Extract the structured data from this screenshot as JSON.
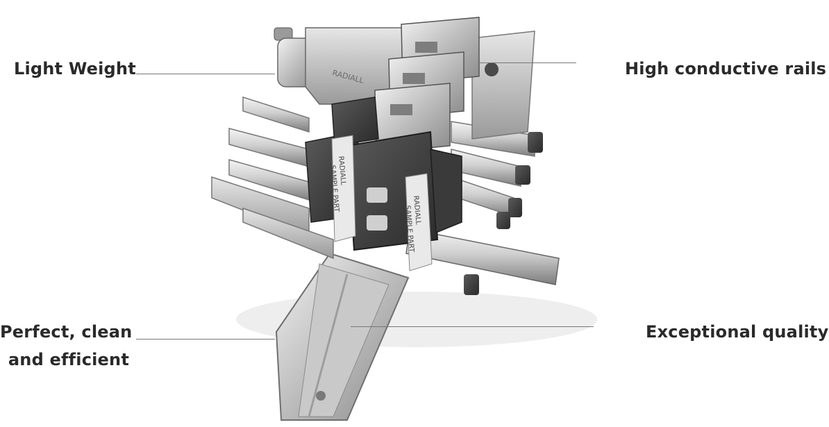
{
  "callouts": {
    "light_weight": "Light Weight",
    "high_conductive_rails": "High conductive rails",
    "perfect_line1": "Perfect, clean",
    "perfect_line2": "and efficient",
    "exceptional_quality": "Exceptional quality"
  },
  "product_markings": {
    "brand_engraving": "RADIALL",
    "label_line1": "RADIALL",
    "label_line2": "SAMPLE PART"
  },
  "colors": {
    "text": "#2a2a2a",
    "leader_line": "#777777",
    "background": "#ffffff"
  }
}
